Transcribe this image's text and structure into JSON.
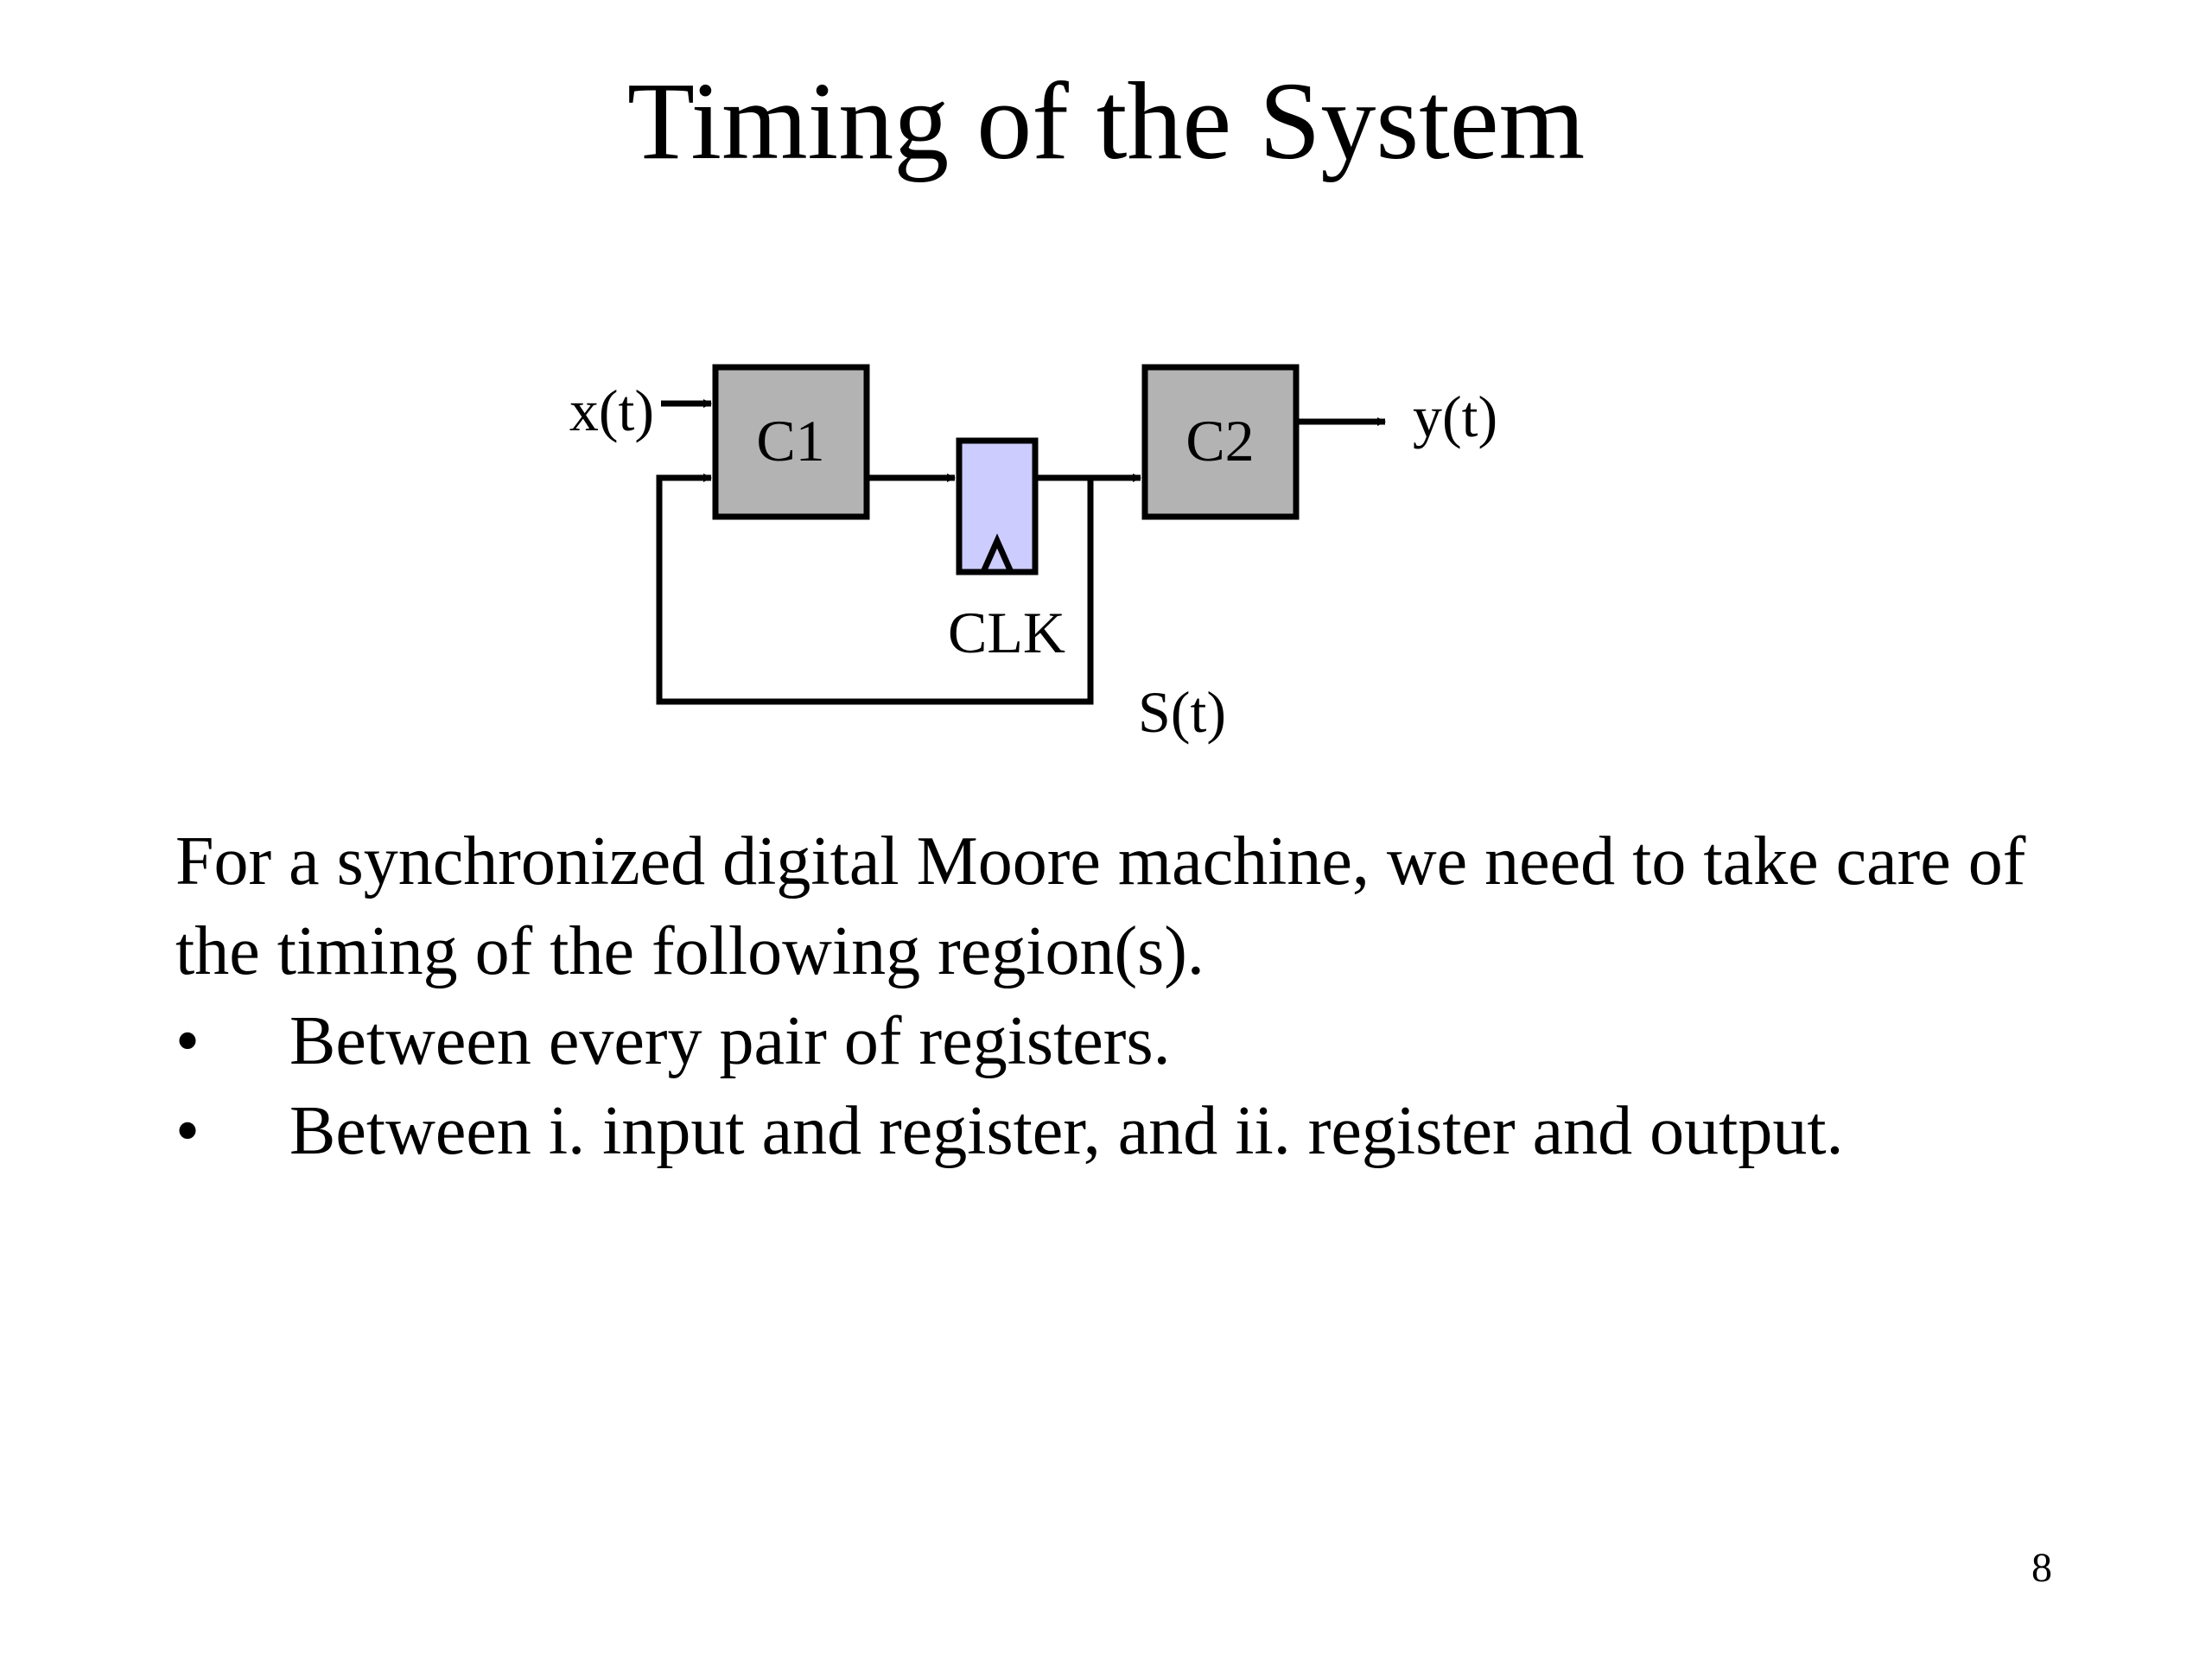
{
  "slide": {
    "title": "Timing of the System",
    "page_number": "8"
  },
  "diagram": {
    "input_label": "x(t)",
    "output_label": "y(t)",
    "block1_label": "C1",
    "block2_label": "C2",
    "clock_label": "CLK",
    "state_label": "S(t)",
    "colors": {
      "combinational_block": "#b3b3b3",
      "register": "#ccccff",
      "stroke": "#000000"
    }
  },
  "body": {
    "paragraph": "For a synchronized digital Moore machine, we need to take care of the timing of the following region(s).",
    "bullet_symbol": "•",
    "bullets": [
      "Between every pair of registers.",
      "Between i. input and register, and ii. register and output."
    ]
  }
}
